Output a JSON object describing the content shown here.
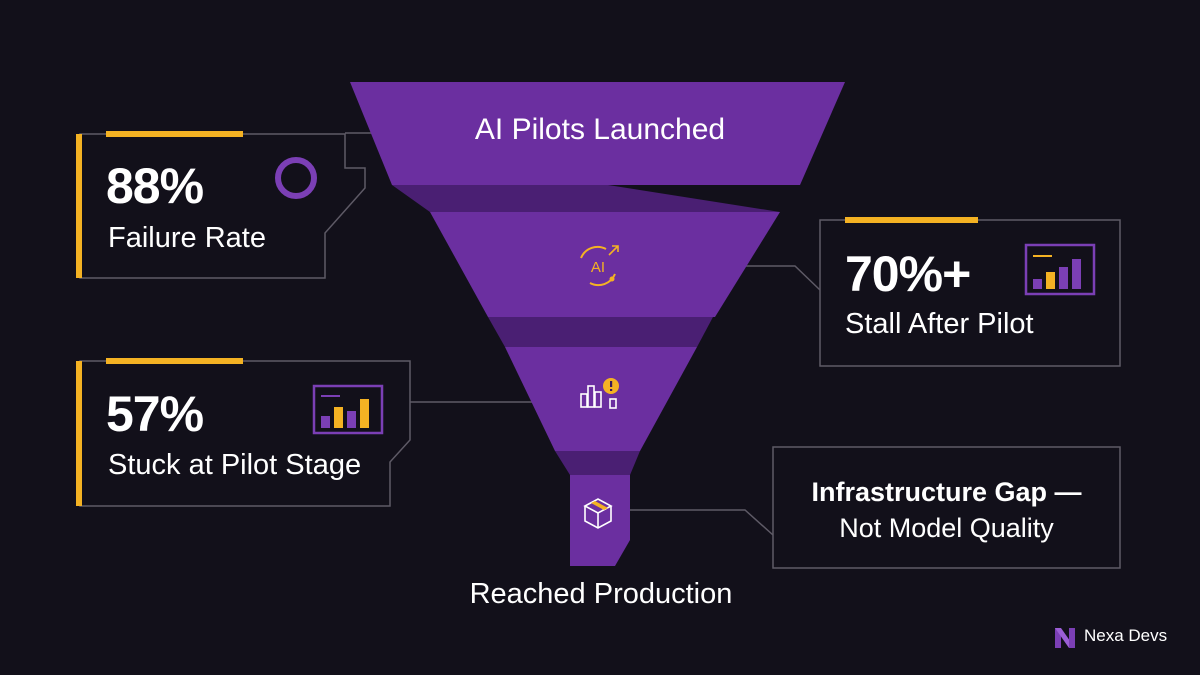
{
  "colors": {
    "background": "#12101a",
    "funnel": "#6b2fa0",
    "funnel_dark": "#4a1f73",
    "accent": "#f4b223",
    "card_border": "#5e5a66",
    "text": "#ffffff"
  },
  "funnel": {
    "top_label": "AI Pilots Launched",
    "bottom_label": "Reached Production",
    "stage_icons": [
      "ai-spark-icon",
      "bar-chart-alert-icon",
      "package-box-icon"
    ]
  },
  "cards": {
    "failure": {
      "stat": "88%",
      "label": "Failure Rate",
      "icon": "donut-ring-icon"
    },
    "stall": {
      "stat": "70%+",
      "label": "Stall After Pilot",
      "icon": "bar-chart-icon"
    },
    "stuck": {
      "stat": "57%",
      "label": "Stuck at Pilot Stage",
      "icon": "bar-chart-icon"
    },
    "gap": {
      "line1": "Infrastructure Gap —",
      "line2": "Not Model Quality"
    }
  },
  "brand": {
    "name": "Nexa Devs",
    "icon": "nexa-logo-icon"
  }
}
